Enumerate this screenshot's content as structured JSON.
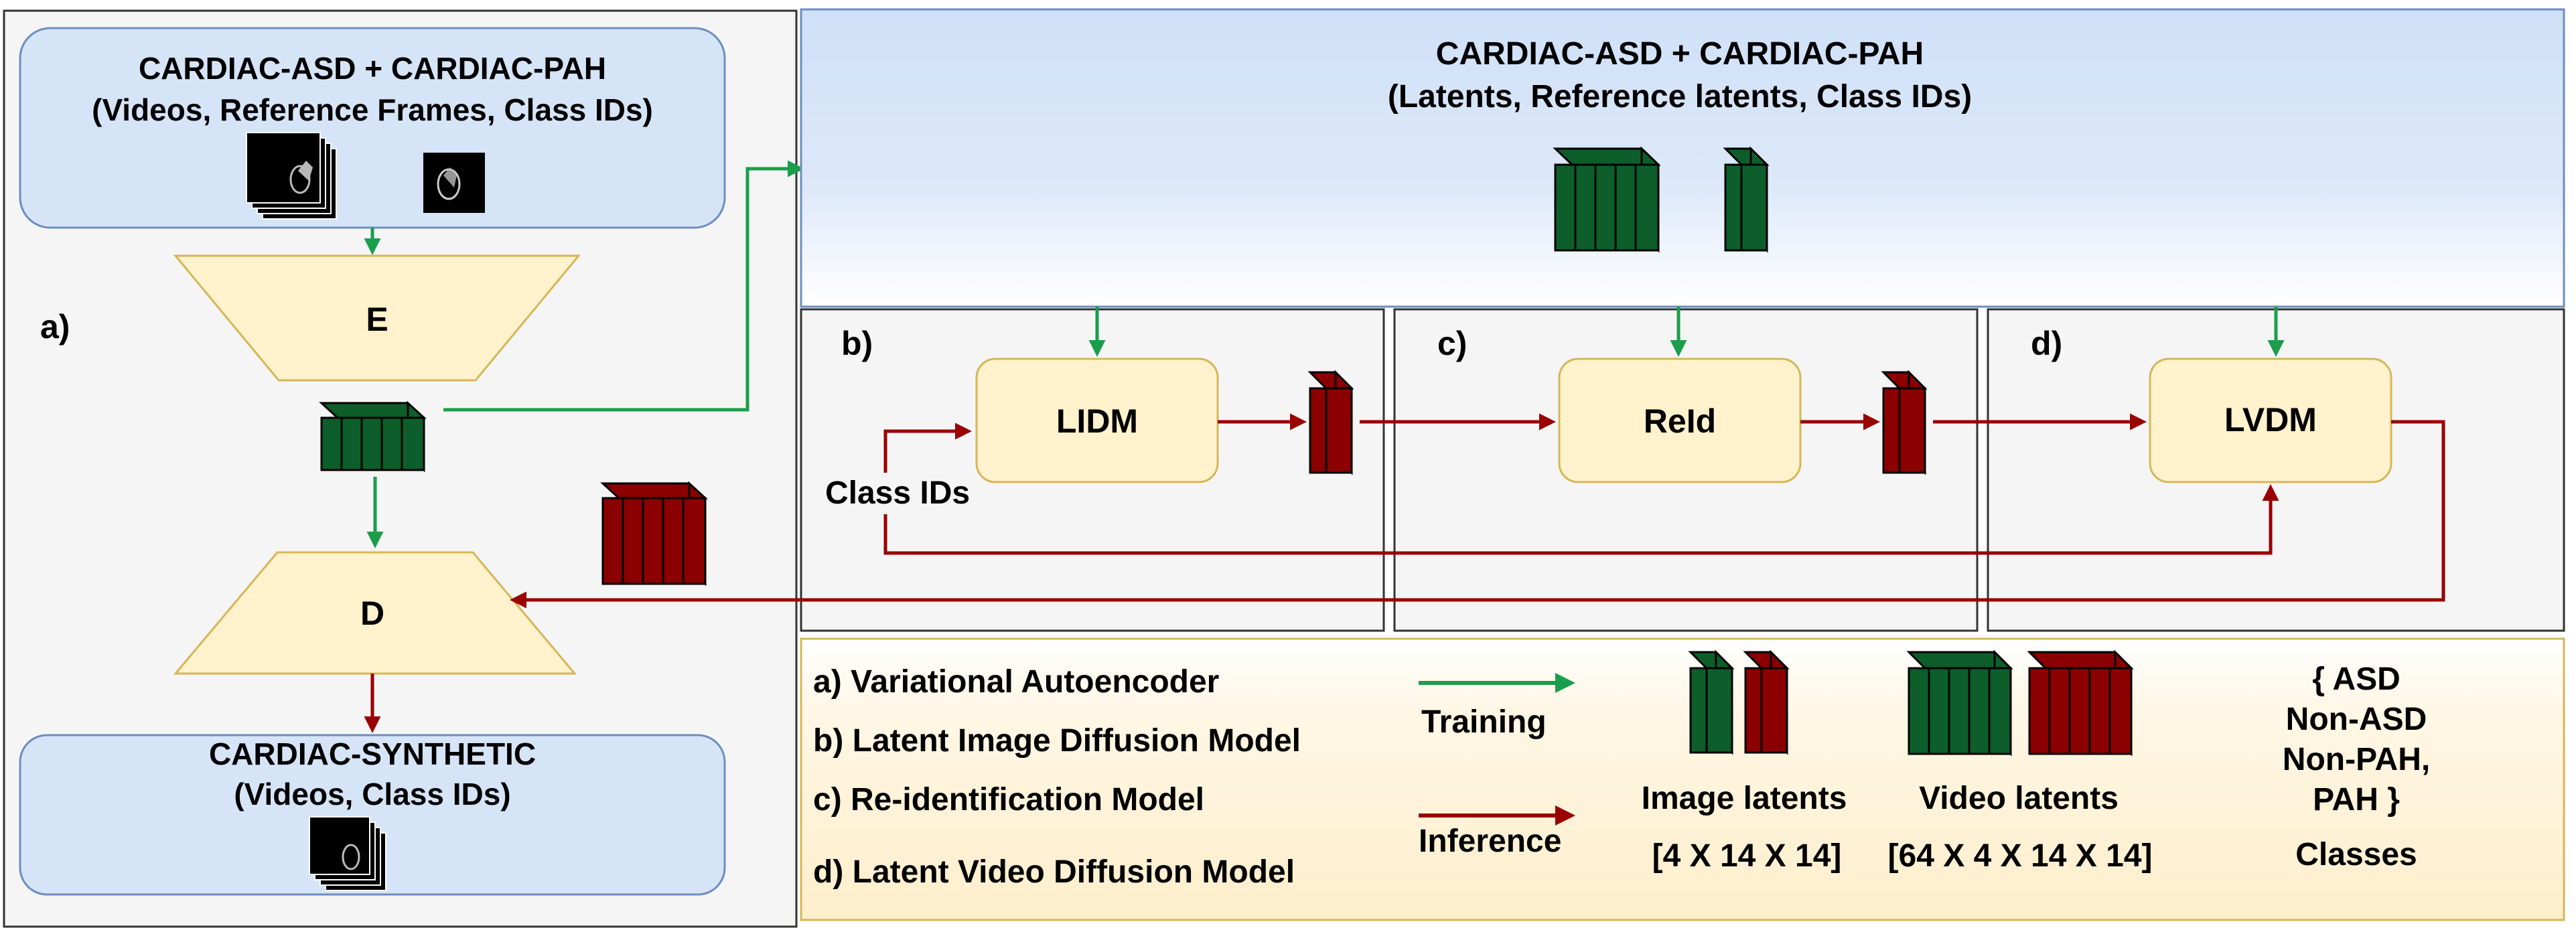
{
  "top_input": {
    "title": "CARDIAC-ASD + CARDIAC-PAH",
    "subtitle": "(Videos, Reference Frames, Class IDs)"
  },
  "top_latent": {
    "title": "CARDIAC-ASD + CARDIAC-PAH",
    "subtitle": "(Latents, Reference latents, Class IDs)"
  },
  "encoder_label": "E",
  "decoder_label": "D",
  "output": {
    "title": "CARDIAC-SYNTHETIC",
    "subtitle": "(Videos, Class IDs)"
  },
  "panel_labels": {
    "a": "a)",
    "b": "b)",
    "c": "c)",
    "d": "d)"
  },
  "models": {
    "lidm": "LIDM",
    "reid": "ReId",
    "lvdm": "LVDM"
  },
  "class_ids_label": "Class IDs",
  "legend": {
    "items": [
      "a) Variational Autoencoder",
      "b) Latent Image Diffusion Model",
      "c) Re-identification Model",
      "d) Latent Video Diffusion Model"
    ],
    "training": "Training",
    "inference": "Inference",
    "image_latents": "Image latents",
    "image_latents_dims": "[4 X 14 X 14]",
    "video_latents": "Video latents",
    "video_latents_dims": "[64 X 4 X 14 X 14]",
    "classes_lines": [
      "{ ASD",
      "Non-ASD",
      "Non-PAH,",
      "PAH }",
      "Classes"
    ]
  },
  "colors": {
    "training": "#1a9e4c",
    "inference": "#990000",
    "green_latent": "#0d5e2a",
    "red_latent": "#8b0000"
  }
}
